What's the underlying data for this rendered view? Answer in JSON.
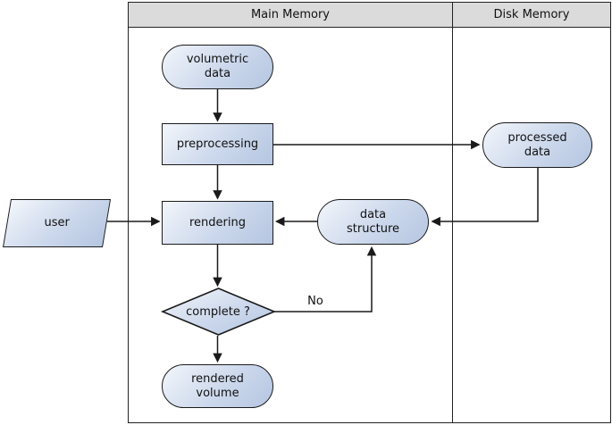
{
  "headers": {
    "main_memory": "Main Memory",
    "disk_memory": "Disk Memory"
  },
  "nodes": {
    "volumetric_data": "volumetric\ndata",
    "preprocessing": "preprocessing",
    "processed_data": "processed\ndata",
    "user": "user",
    "rendering": "rendering",
    "data_structure": "data\nstructure",
    "complete": "complete ?",
    "rendered_volume": "rendered\nvolume"
  },
  "labels": {
    "no": "No"
  },
  "colors": {
    "node_fill_light": "#f3f6fb",
    "node_fill_dark": "#b5c6e1",
    "node_border": "#1b1b1b",
    "header_bg": "#dbdbdb",
    "arrow": "#1a1a1a",
    "table_border": "#222222"
  }
}
